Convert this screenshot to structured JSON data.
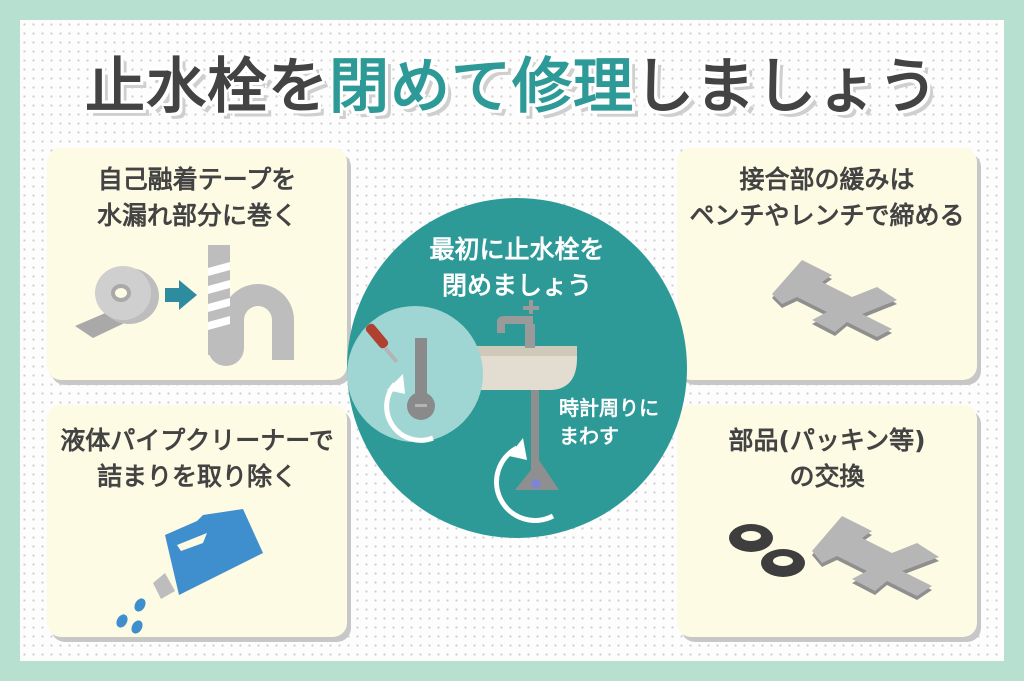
{
  "title": {
    "part1": "止水栓を",
    "accent": "閉めて修理",
    "part2": "しましょう",
    "accent_color": "#2e9a97",
    "text_color": "#434343"
  },
  "center": {
    "line1": "最初に止水栓を",
    "line2": "閉めましょう",
    "side_line1": "時計周りに",
    "side_line2": "まわす",
    "color": "#2e9a97"
  },
  "cards": [
    {
      "line1": "自己融着テープを",
      "line2": "水漏れ部分に巻く",
      "icon": "tape-to-pipe-icon"
    },
    {
      "line1": "接合部の緩みは",
      "line2": "ペンチやレンチで締める",
      "icon": "wrench-icon"
    },
    {
      "line1": "液体パイプクリーナーで",
      "line2": "詰まりを取り除く",
      "icon": "cleaner-bottle-icon"
    },
    {
      "line1": "部品(パッキン等)",
      "line2": "の交換",
      "icon": "gasket-and-wrench-icon"
    }
  ],
  "colors": {
    "border": "#b7e0d1",
    "card_bg": "#fdfbe4",
    "bottle": "#3f8fcf"
  }
}
